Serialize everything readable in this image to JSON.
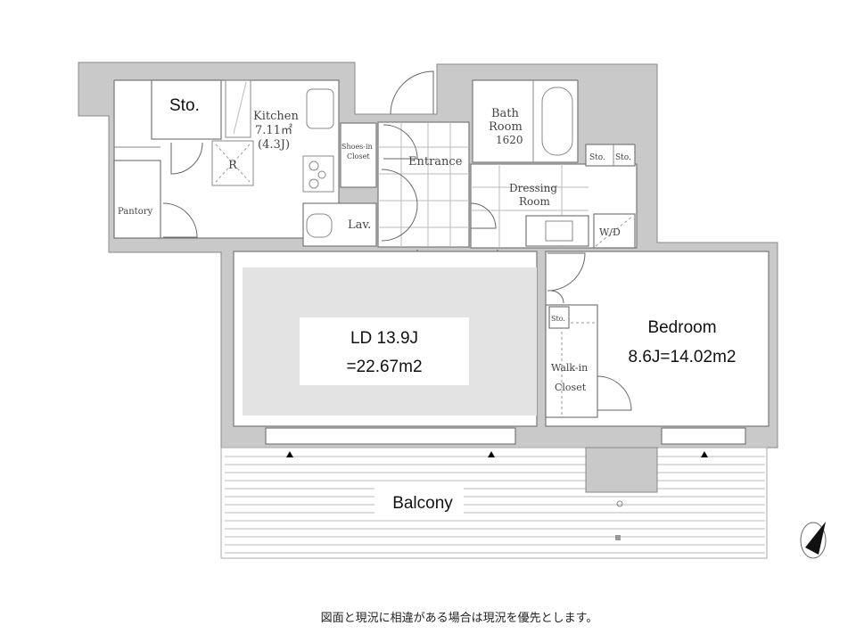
{
  "labels": {
    "storage": "Sto.",
    "kitchen": {
      "name": "Kitchen",
      "area": "7.11㎡",
      "tatami": "(4.3J)"
    },
    "refrigerator": "R",
    "pantory": "Pantory",
    "shoes_closet": {
      "line1": "Shoes-in",
      "line2": "Closet"
    },
    "entrance": "Entrance",
    "lavatory": "Lav.",
    "bath": {
      "line1": "Bath",
      "line2": "Room",
      "line3": "1620"
    },
    "storage_small_1": "Sto.",
    "storage_small_2": "Sto.",
    "dressing": {
      "line1": "Dressing",
      "line2": "Room"
    },
    "washer_dryer": "W/D",
    "storage_wic": "Sto.",
    "walk_in_closet": {
      "line1": "Walk-in",
      "line2": "Closet"
    },
    "living_dining": {
      "line1": "LD 13.9J",
      "line2": "=22.67m2"
    },
    "bedroom": {
      "line1": "Bedroom",
      "line2": "8.6J=14.02m2"
    },
    "balcony": "Balcony"
  },
  "note": "図面と現況に相違がある場合は現況を優先とします。",
  "colors": {
    "wall": "#c9c9c9",
    "ld_fill": "#e3e3e3"
  }
}
